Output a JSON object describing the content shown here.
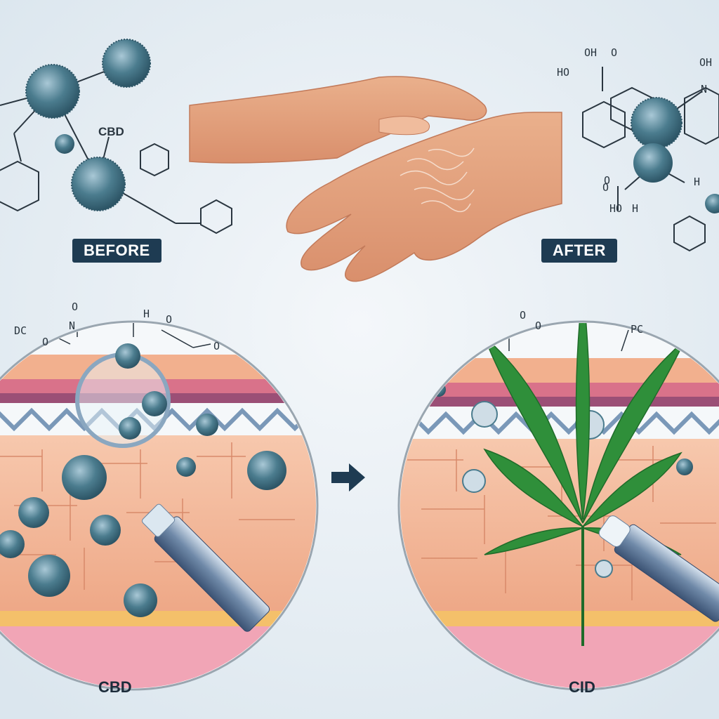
{
  "labels": {
    "before": "BEFORE",
    "after": "AFTER",
    "molecule": "CBD",
    "caption_left": "CBD",
    "caption_right": "CID"
  },
  "chem_fragments": [
    "OH",
    "O",
    "HO",
    "OH",
    "N",
    "H",
    "O",
    "H",
    "HO",
    "DC",
    "N",
    "O",
    "O",
    "H",
    "O",
    "O",
    "O",
    "O",
    "PC",
    "O"
  ],
  "colors": {
    "badge": "#1e3b52",
    "microbe": "#4b7c8e",
    "leaf": "#2f8f3a",
    "skin": "#f3b497"
  }
}
